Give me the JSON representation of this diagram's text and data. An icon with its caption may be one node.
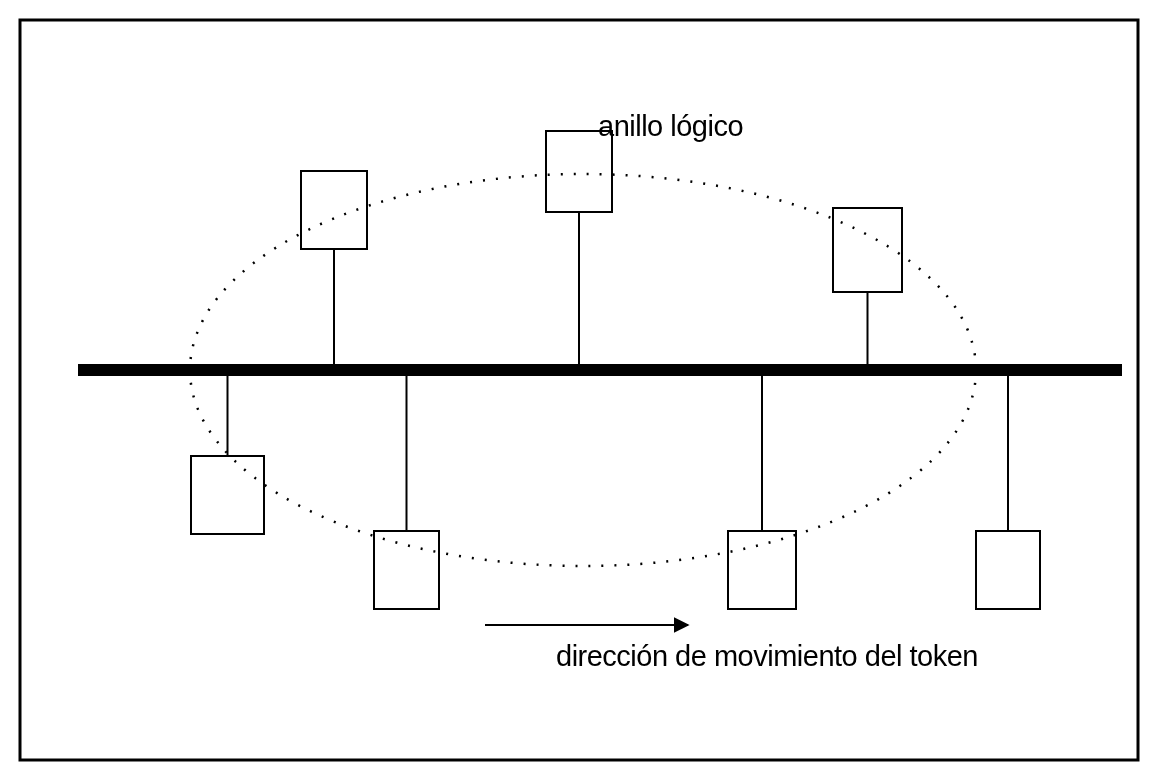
{
  "diagram": {
    "nodes": [
      {
        "text": [],
        "shape": "box"
      },
      {
        "text": [],
        "shape": "box"
      },
      {
        "text": [],
        "shape": "box"
      },
      {
        "text": [],
        "shape": "bar"
      },
      {
        "text": [],
        "shape": "box"
      },
      {
        "text": [],
        "shape": "box"
      },
      {
        "text": [],
        "shape": "box"
      },
      {
        "text": [],
        "shape": "box"
      }
    ],
    "edges": [
      {
        "from": 0,
        "to": 3,
        "arrow": "none"
      },
      {
        "from": 1,
        "to": 3,
        "arrow": "none"
      },
      {
        "from": 2,
        "to": 3,
        "arrow": "none"
      },
      {
        "from": 4,
        "to": 3,
        "arrow": "none"
      },
      {
        "from": 5,
        "to": 3,
        "arrow": "none"
      },
      {
        "from": 6,
        "to": 3,
        "arrow": "none"
      },
      {
        "from": 7,
        "to": 3,
        "arrow": "none"
      }
    ],
    "labels": [
      "anillo lógico",
      "dirección de movimiento del token"
    ]
  }
}
